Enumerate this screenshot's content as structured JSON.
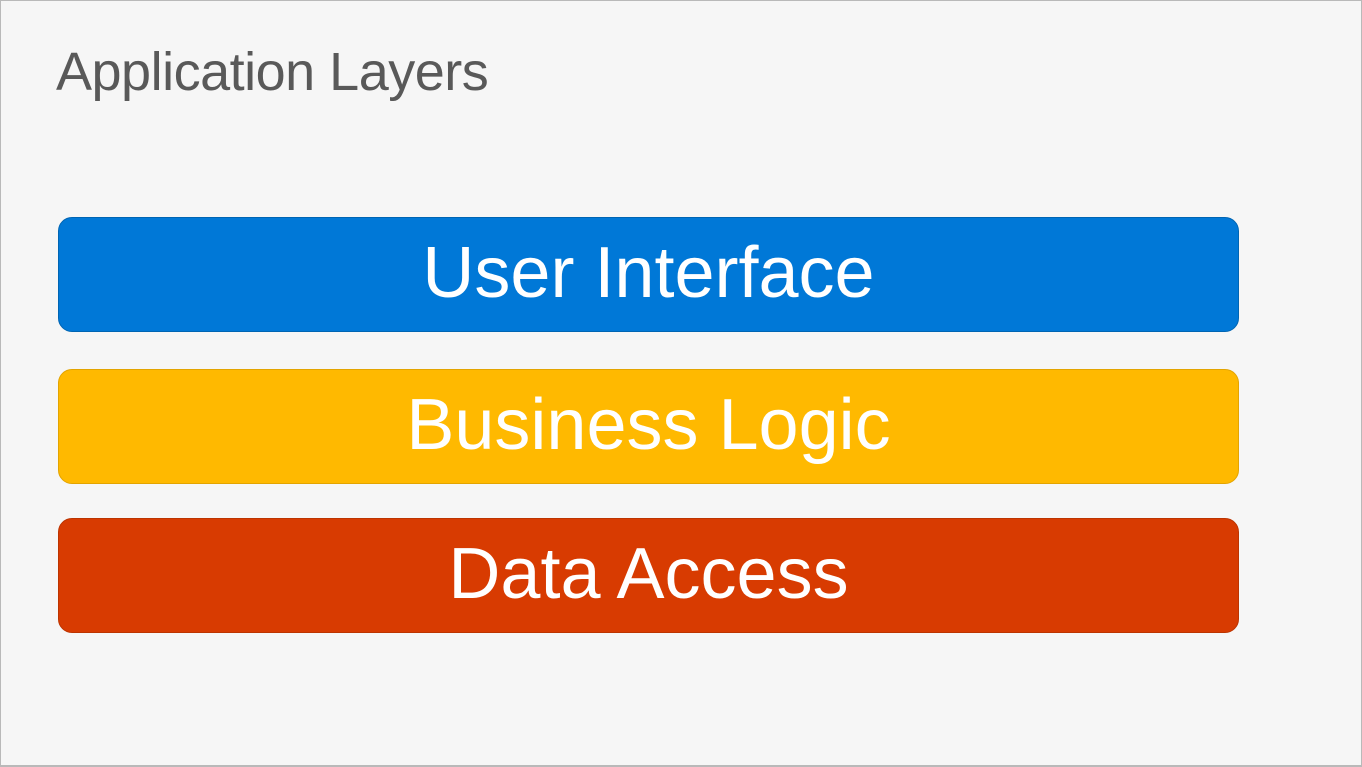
{
  "slide": {
    "title": "Application Layers",
    "title_color": "#595959",
    "background_color": "#f6f6f6",
    "border_color": "#b9b9b9",
    "label_text_color": "#ffffff"
  },
  "layers": [
    {
      "label": "User Interface",
      "fill": "#0078d7",
      "stroke": "#0065b3"
    },
    {
      "label": "Business Logic",
      "fill": "#ffb900",
      "stroke": "#e3a400"
    },
    {
      "label": "Data Access",
      "fill": "#d83b01",
      "stroke": "#bc3400"
    }
  ]
}
